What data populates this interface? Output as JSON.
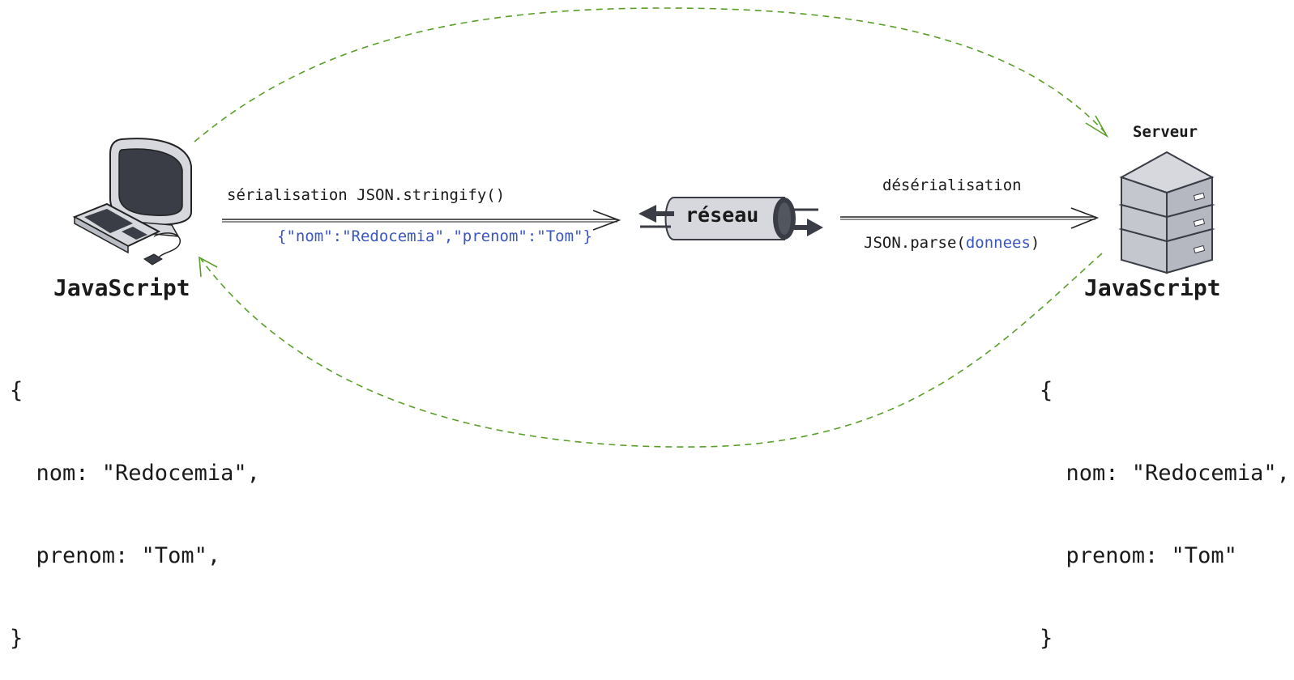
{
  "client": {
    "language_label": "JavaScript",
    "object_lines": [
      "{",
      "  nom: \"Redocemia\",",
      "  prenom: \"Tom\",",
      "}"
    ]
  },
  "server": {
    "title": "Serveur",
    "language_label": "JavaScript",
    "object_lines": [
      "{",
      "  nom: \"Redocemia\",",
      "  prenom: \"Tom\"",
      "}"
    ]
  },
  "serialization": {
    "label": "sérialisation JSON.stringify()",
    "payload": "{\"nom\":\"Redocemia\",\"prenom\":\"Tom\"}"
  },
  "network": {
    "label": "réseau"
  },
  "deserialization": {
    "label": "désérialisation",
    "call_prefix": "JSON.parse(",
    "call_arg": "donnees",
    "call_suffix": ")"
  },
  "colors": {
    "accent_blue": "#3a55c4",
    "dashed_green": "#5a9e2a",
    "device_gray": "#d6d8de",
    "dark": "#3a3d45"
  }
}
